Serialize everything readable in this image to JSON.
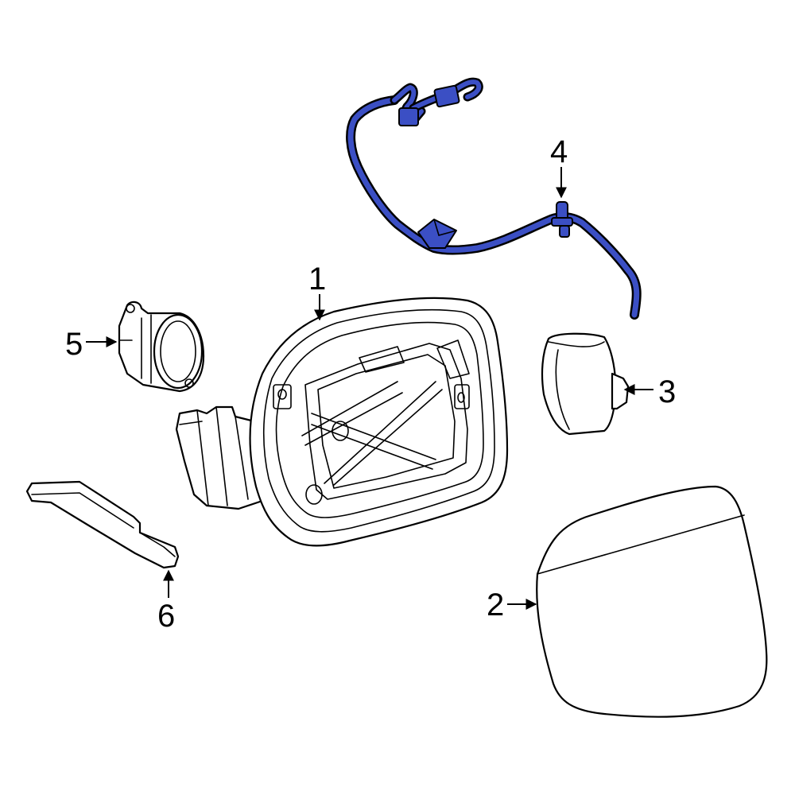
{
  "colors": {
    "highlight": "#3b4fc4",
    "outline": "#000000",
    "background": "#ffffff"
  },
  "callouts": [
    {
      "id": "1",
      "label": "1"
    },
    {
      "id": "2",
      "label": "2"
    },
    {
      "id": "3",
      "label": "3"
    },
    {
      "id": "4",
      "label": "4"
    },
    {
      "id": "5",
      "label": "5"
    },
    {
      "id": "6",
      "label": "6"
    }
  ]
}
